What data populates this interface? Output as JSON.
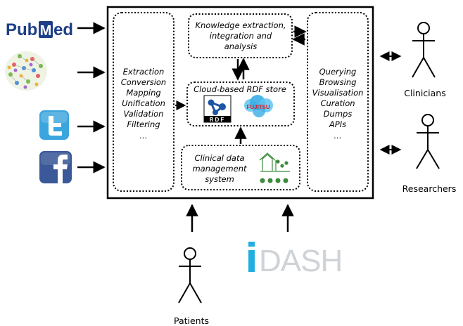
{
  "sources": {
    "pubmed": {
      "prefix": "Pub",
      "box": "M",
      "suffix": "ed"
    },
    "twitter_icon": "twitter-bird-icon",
    "facebook_icon": "facebook-f-icon",
    "network_icon": "network-graph-icon"
  },
  "left_box": {
    "items": [
      "Extraction",
      "Conversion",
      "Mapping",
      "Unification",
      "Validation",
      "Filtering",
      "..."
    ]
  },
  "knowledge_box": {
    "lines": [
      "Knowledge extraction,",
      "integration and",
      "analysis"
    ]
  },
  "rdf_box": {
    "title": "Cloud-based RDF store",
    "rdf_logo_text": "RDF",
    "fujitsu_logo_text": "FUJITSU"
  },
  "clinical_box": {
    "lines": [
      "Clinical data",
      "management",
      "system"
    ]
  },
  "right_box": {
    "items": [
      "Querying",
      "Browsing",
      "Visualisation",
      "Curation",
      "Dumps",
      "APIs",
      "..."
    ]
  },
  "actors": {
    "clinicians": "Clinicians",
    "researchers": "Researchers",
    "patients": "Patients"
  },
  "idash": {
    "accent": "i",
    "rest": "DASH"
  },
  "colors": {
    "pubmed_blue": "#1d3f87",
    "twitter_blue": "#3ba5dd",
    "facebook_blue": "#3b5998",
    "idash_cyan": "#22aee0",
    "idash_gray": "#cfd3d7",
    "rdf_blue": "#1c56a4"
  }
}
